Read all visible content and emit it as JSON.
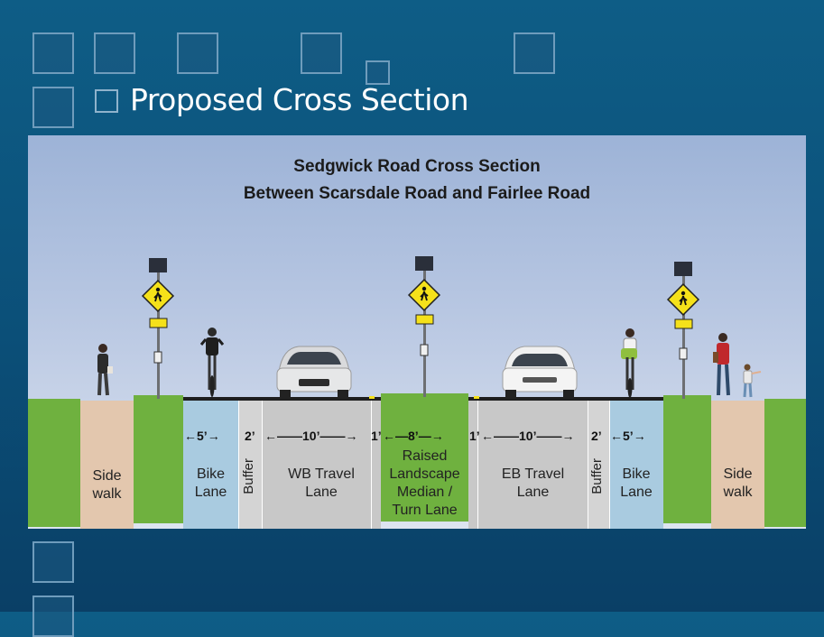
{
  "slide": {
    "title": "Proposed Cross Section"
  },
  "diagram": {
    "title_line1": "Sedgwick Road Cross Section",
    "title_line2": "Between Scarsdale Road and Fairlee Road",
    "zones": [
      {
        "label_1": "Side",
        "label_2": "walk"
      },
      {
        "label_1": "Bike",
        "label_2": "Lane"
      },
      {
        "label": "Buffer"
      },
      {
        "label_1": "WB Travel",
        "label_2": "Lane"
      },
      {
        "label_1": "Raised",
        "label_2": "Landscape",
        "label_3": "Median /",
        "label_4": "Turn Lane"
      },
      {
        "label_1": "EB Travel",
        "label_2": "Lane"
      },
      {
        "label": "Buffer"
      },
      {
        "label_1": "Bike",
        "label_2": "Lane"
      },
      {
        "label_1": "Side",
        "label_2": "walk"
      }
    ],
    "dimensions": {
      "wb_bike": "5’",
      "wb_buffer": "2’",
      "wb_travel": "10’",
      "wb_gap": "1’",
      "median": "8’",
      "eb_gap": "1’",
      "eb_travel": "10’",
      "eb_buffer": "2’",
      "eb_bike": "5’"
    },
    "colors": {
      "sky_top": "#9db3d7",
      "grass": "#6fb13f",
      "sidewalk": "#e3c7ae",
      "bike_lane": "#a9cbe0",
      "travel_lane": "#c9c9c9",
      "buffer": "#d2d2d2",
      "sign_yellow": "#f5e11a"
    },
    "icons": [
      "pedestrian-crossing-sign-icon",
      "solar-panel-icon",
      "pedestrian-icon",
      "cyclist-icon",
      "car-icon"
    ]
  }
}
